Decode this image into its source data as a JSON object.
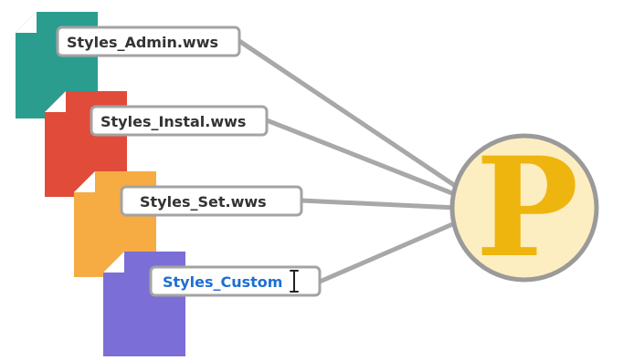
{
  "files": [
    {
      "name": "Styles_Admin.wws",
      "color": "#2a9d8f",
      "editing": false
    },
    {
      "name": "Styles_Instal.wws",
      "color": "#e04b3a",
      "editing": false
    },
    {
      "name": "Styles_Set.wws",
      "color": "#f6ab43",
      "editing": false
    },
    {
      "name": "Styles_Custom",
      "color": "#7b6ed6",
      "editing": true
    }
  ],
  "hub": {
    "letter": "P",
    "fill": "#fdeec1",
    "border": "#9a9a9a",
    "letter_color": "#efb50f"
  },
  "connector_color": "#a8a8a8",
  "label_border": "#a3a3a3",
  "label_text_color": "#333333",
  "editing_text_color": "#1f6fd1"
}
